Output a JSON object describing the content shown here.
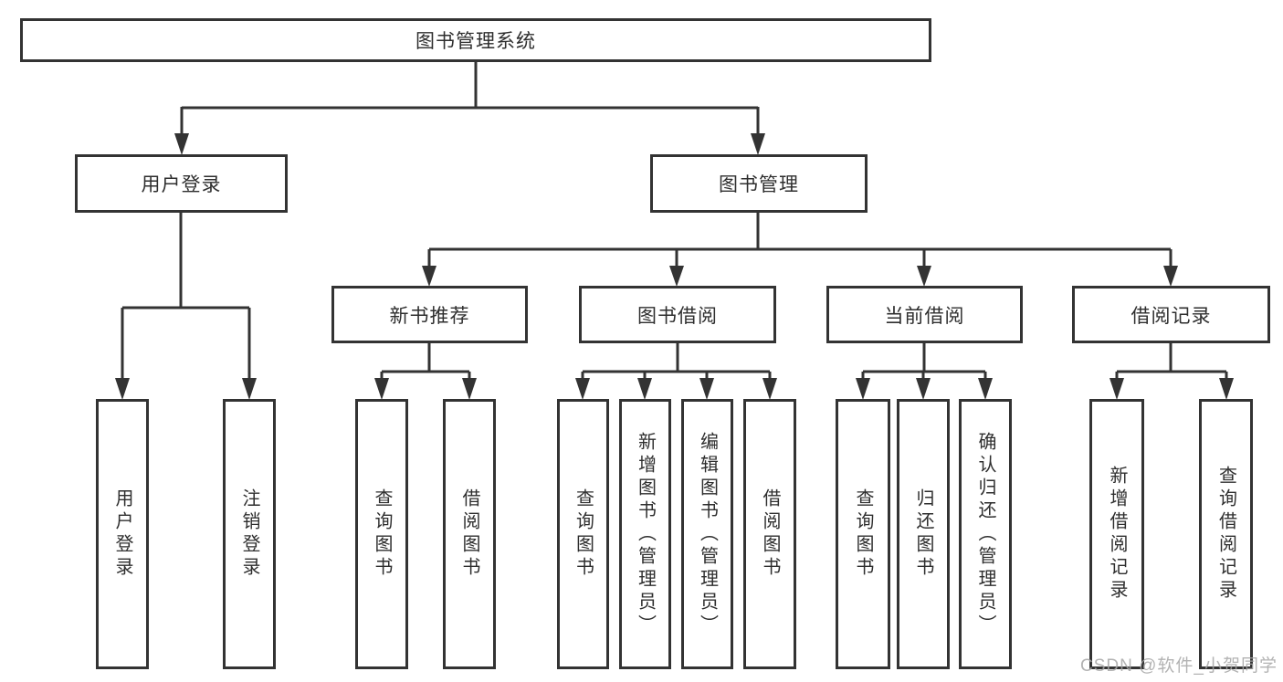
{
  "diagram": {
    "root": {
      "label": "图书管理系统"
    },
    "level1": {
      "user_login": {
        "label": "用户登录"
      },
      "book_management": {
        "label": "图书管理"
      }
    },
    "level2": {
      "new_book_recommend": {
        "label": "新书推荐"
      },
      "book_borrow": {
        "label": "图书借阅"
      },
      "current_borrow": {
        "label": "当前借阅"
      },
      "borrow_record": {
        "label": "借阅记录"
      }
    },
    "leaves": {
      "ul_login": {
        "label": "用户登录"
      },
      "ul_logout": {
        "label": "注销登录"
      },
      "nb_query": {
        "label": "查询图书"
      },
      "nb_borrow": {
        "label": "借阅图书"
      },
      "bb_query": {
        "label": "查询图书"
      },
      "bb_add": {
        "label": "新增图书（管理员）"
      },
      "bb_edit": {
        "label": "编辑图书（管理员）"
      },
      "bb_borrow": {
        "label": "借阅图书"
      },
      "cb_query": {
        "label": "查询图书"
      },
      "cb_return": {
        "label": "归还图书"
      },
      "cb_confirm": {
        "label": "确认归还（管理员）"
      },
      "br_add": {
        "label": "新增借阅记录"
      },
      "br_query": {
        "label": "查询借阅记录"
      }
    }
  },
  "watermark": {
    "text": "CSDN @软件_小贺同学"
  },
  "colors": {
    "line": "#333333",
    "box_border": "#333333",
    "box_fill": "#ffffff",
    "text": "#2e2e2e",
    "watermark": "#a6a6a6"
  }
}
